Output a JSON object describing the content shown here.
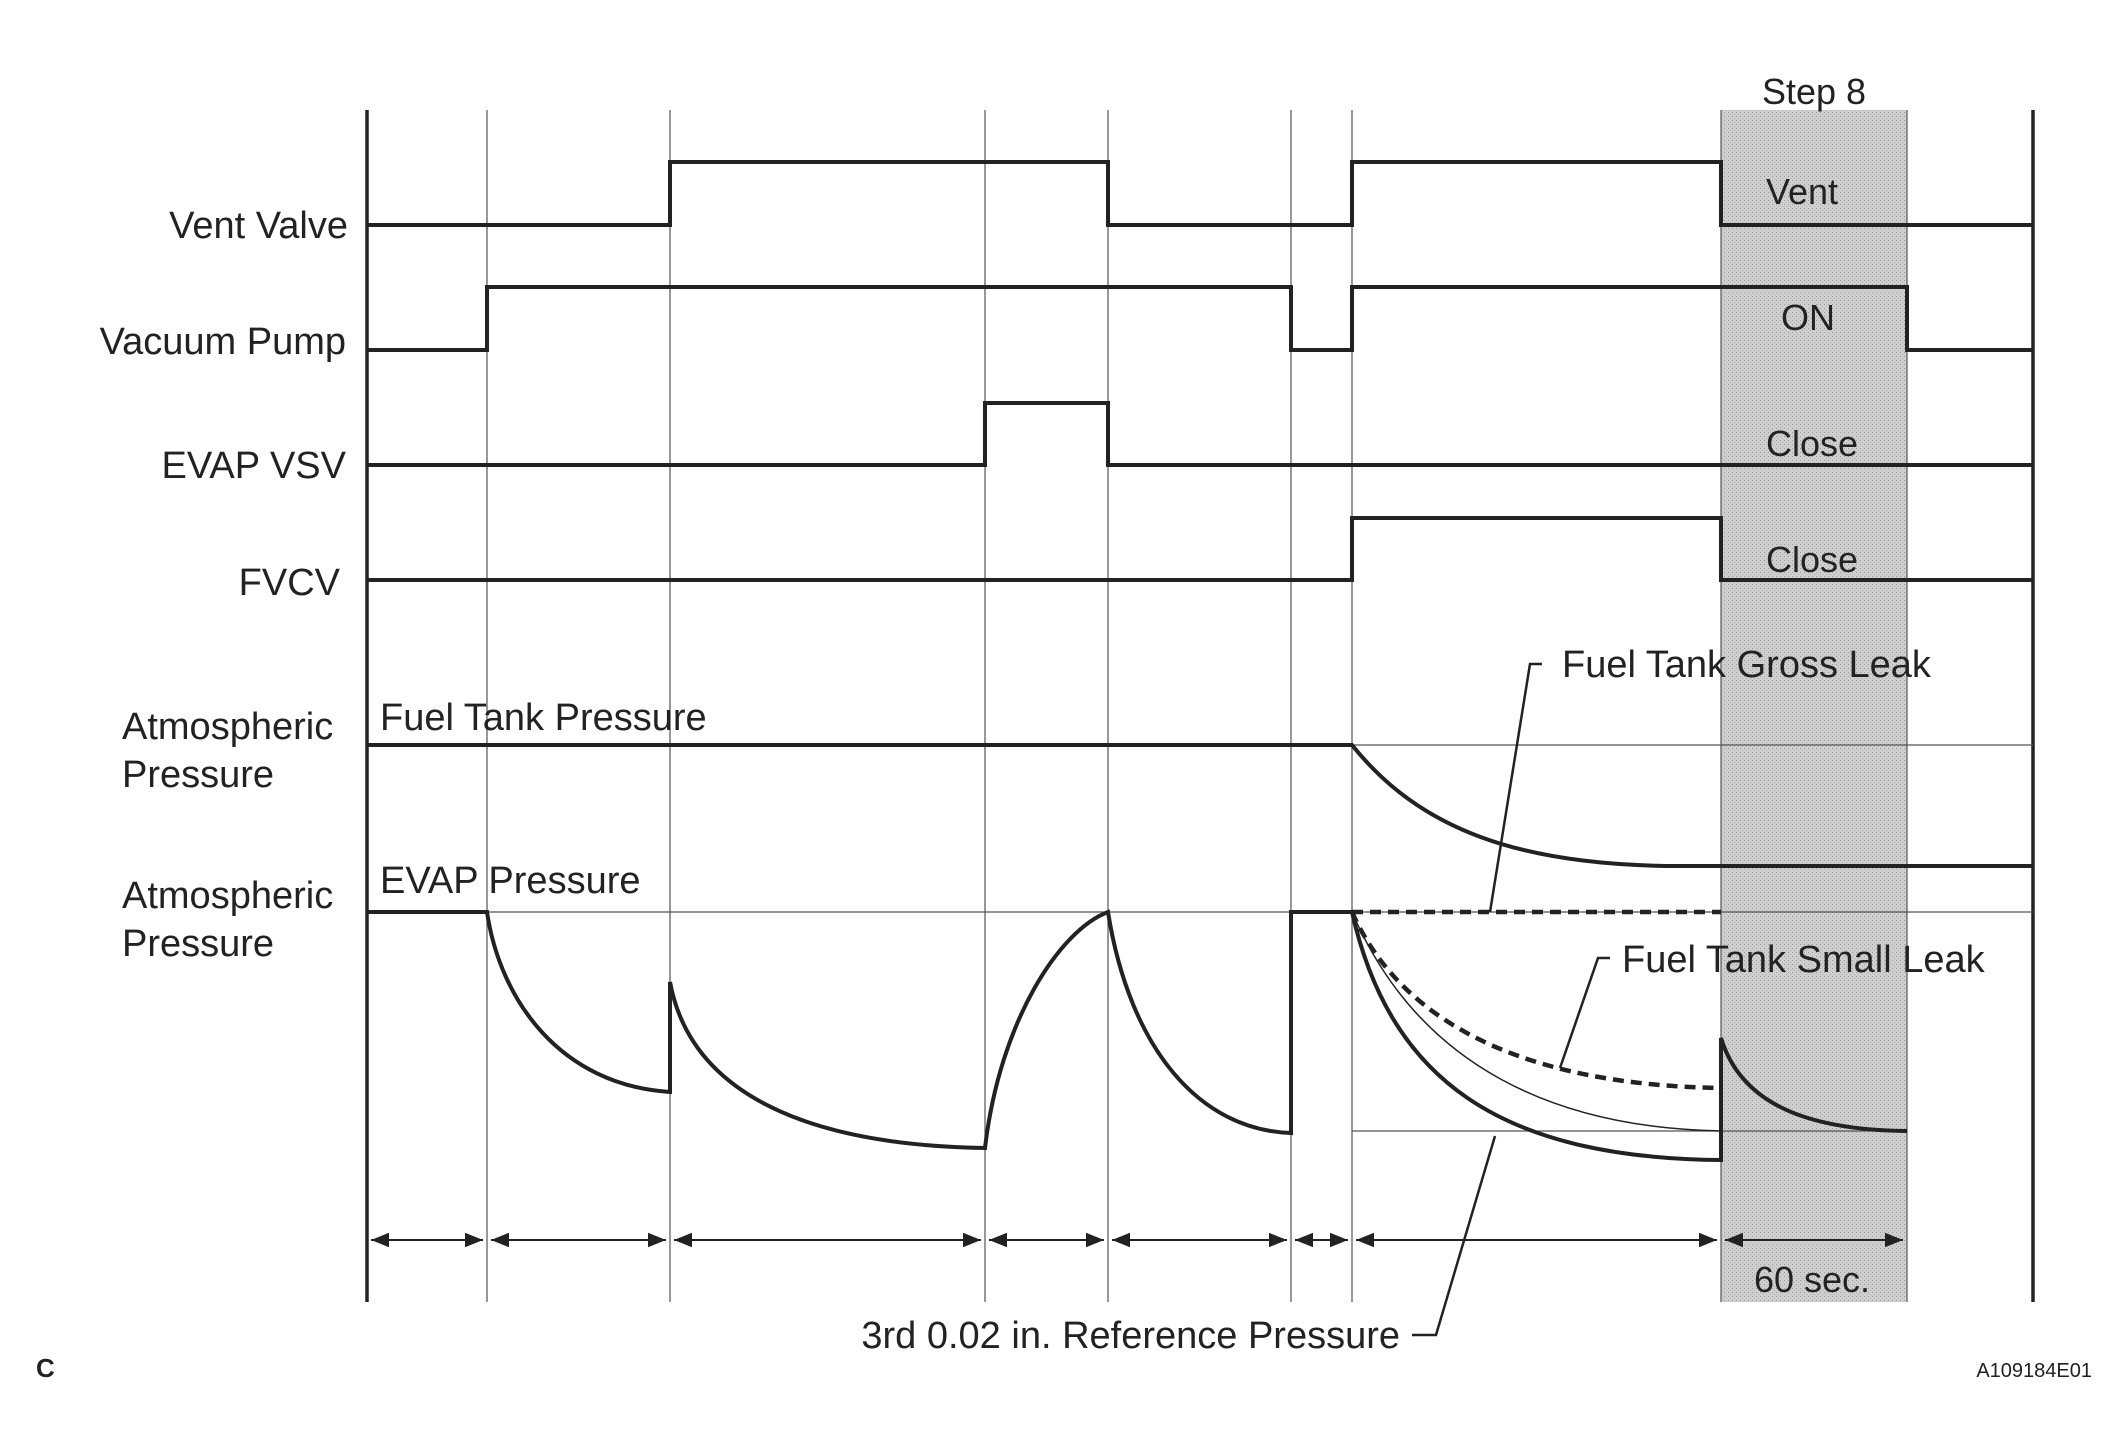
{
  "diagram": {
    "step_label": "Step 8",
    "rows": [
      {
        "id": "vent-valve",
        "label": "Vent Valve",
        "state_label": "Vent"
      },
      {
        "id": "vacuum-pump",
        "label": "Vacuum Pump",
        "state_label": "ON"
      },
      {
        "id": "evap-vsv",
        "label": "EVAP VSV",
        "state_label": "Close"
      },
      {
        "id": "fvcv",
        "label": "FVCV",
        "state_label": "Close"
      }
    ],
    "pressure_rows": [
      {
        "id": "fuel-tank",
        "axis_label_1": "Atmospheric",
        "axis_label_2": "Pressure",
        "trace_label": "Fuel Tank Pressure"
      },
      {
        "id": "evap",
        "axis_label_1": "Atmospheric",
        "axis_label_2": "Pressure",
        "trace_label": "EVAP Pressure"
      }
    ],
    "callouts": {
      "gross_leak": "Fuel Tank Gross Leak",
      "small_leak": "Fuel Tank Small Leak",
      "reference": "3rd 0.02 in. Reference Pressure"
    },
    "duration_label": "60 sec.",
    "figure_code": "A109184E01",
    "corner_letter": "C"
  }
}
